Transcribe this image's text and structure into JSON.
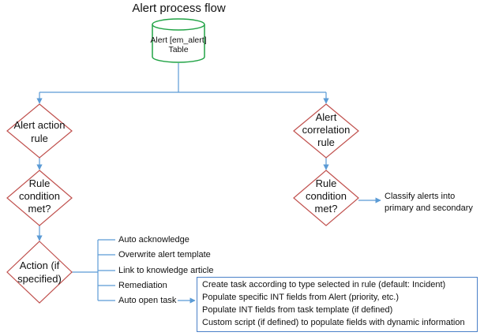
{
  "title": "Alert process flow",
  "database": {
    "line1": "Alert [em_alert]",
    "line2": "Table"
  },
  "left_branch": {
    "rule": {
      "line1": "Alert action",
      "line2": "rule"
    },
    "condition": {
      "line1": "Rule",
      "line2": "condition",
      "line3": "met?"
    },
    "action": {
      "line1": "Action (if",
      "line2": "specified)"
    },
    "actions": [
      "Auto acknowledge",
      "Overwrite alert template",
      "Link to knowledge article",
      "Remediation",
      "Auto open task"
    ],
    "task_details": [
      "Create task according to type selected in rule (default: Incident)",
      "Populate specific INT fields from Alert (priority, etc.)",
      "Populate INT fields from task template (if defined)",
      "Custom script (if defined) to populate fields with dynamic information"
    ]
  },
  "right_branch": {
    "rule": {
      "line1": "Alert",
      "line2": "correlation",
      "line3": "rule"
    },
    "condition": {
      "line1": "Rule",
      "line2": "condition",
      "line3": "met?"
    },
    "result": {
      "line1": "Classify alerts into",
      "line2": "primary and secondary"
    }
  },
  "colors": {
    "line": "#5b9bd5",
    "diamond_stroke": "#c0504d",
    "cylinder_stroke": "#21a345",
    "box_stroke": "#4a80c8"
  }
}
